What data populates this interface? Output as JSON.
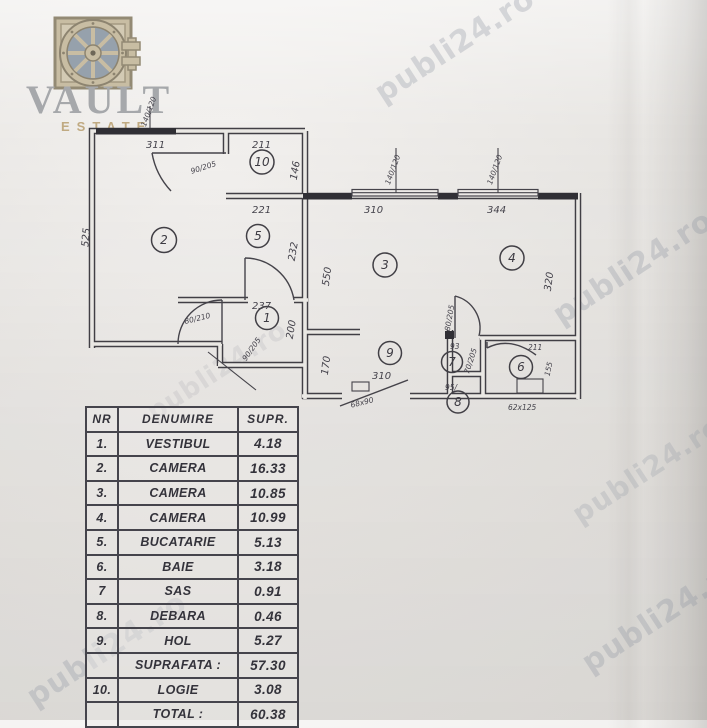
{
  "logo": {
    "name": "VAULT",
    "subtitle": "ESTATE"
  },
  "watermark": {
    "text": "publi24.ro"
  },
  "plan": {
    "room_numbers": [
      "1",
      "2",
      "3",
      "4",
      "5",
      "6",
      "7",
      "8",
      "9",
      "10"
    ],
    "dimensions": {
      "room2_width": "311",
      "room2_height": "525",
      "loggia_width": "211",
      "loggia_height": "146",
      "kitchen_width": "221",
      "kitchen_height": "232",
      "room3_width": "310",
      "east_height": "550",
      "room4_width": "344",
      "room4_height": "320",
      "vestibul_width": "237",
      "vestibul_height": "200",
      "hol_width": "310",
      "hol_height": "170",
      "bath_width": "211",
      "bath_height": "155",
      "sas_width": "93",
      "debara_width": "95/",
      "tub": "62x125",
      "entry_door": "68x90"
    },
    "windows": {
      "left": "140/120",
      "room3": "140/120",
      "room4": "140/120"
    },
    "doors": {
      "loggia": "90/205",
      "room2": "80/210",
      "vestibul": "90/205",
      "bath": "70/205",
      "room4": "80/205"
    }
  },
  "table": {
    "headers": {
      "nr": "NR",
      "name": "DENUMIRE",
      "area": "SUPR."
    },
    "rows": [
      {
        "nr": "1.",
        "name": "VESTIBUL",
        "area": "4.18"
      },
      {
        "nr": "2.",
        "name": "CAMERA",
        "area": "16.33"
      },
      {
        "nr": "3.",
        "name": "CAMERA",
        "area": "10.85"
      },
      {
        "nr": "4.",
        "name": "CAMERA",
        "area": "10.99"
      },
      {
        "nr": "5.",
        "name": "BUCATARIE",
        "area": "5.13"
      },
      {
        "nr": "6.",
        "name": "BAIE",
        "area": "3.18"
      },
      {
        "nr": "7",
        "name": "SAS",
        "area": "0.91"
      },
      {
        "nr": "8.",
        "name": "DEBARA",
        "area": "0.46"
      },
      {
        "nr": "9.",
        "name": "HOL",
        "area": "5.27"
      },
      {
        "nr": "",
        "name": "SUPRAFATA :",
        "area": "57.30"
      },
      {
        "nr": "10.",
        "name": "LOGIE",
        "area": "3.08"
      },
      {
        "nr": "",
        "name": "TOTAL :",
        "area": "60.38"
      }
    ]
  }
}
